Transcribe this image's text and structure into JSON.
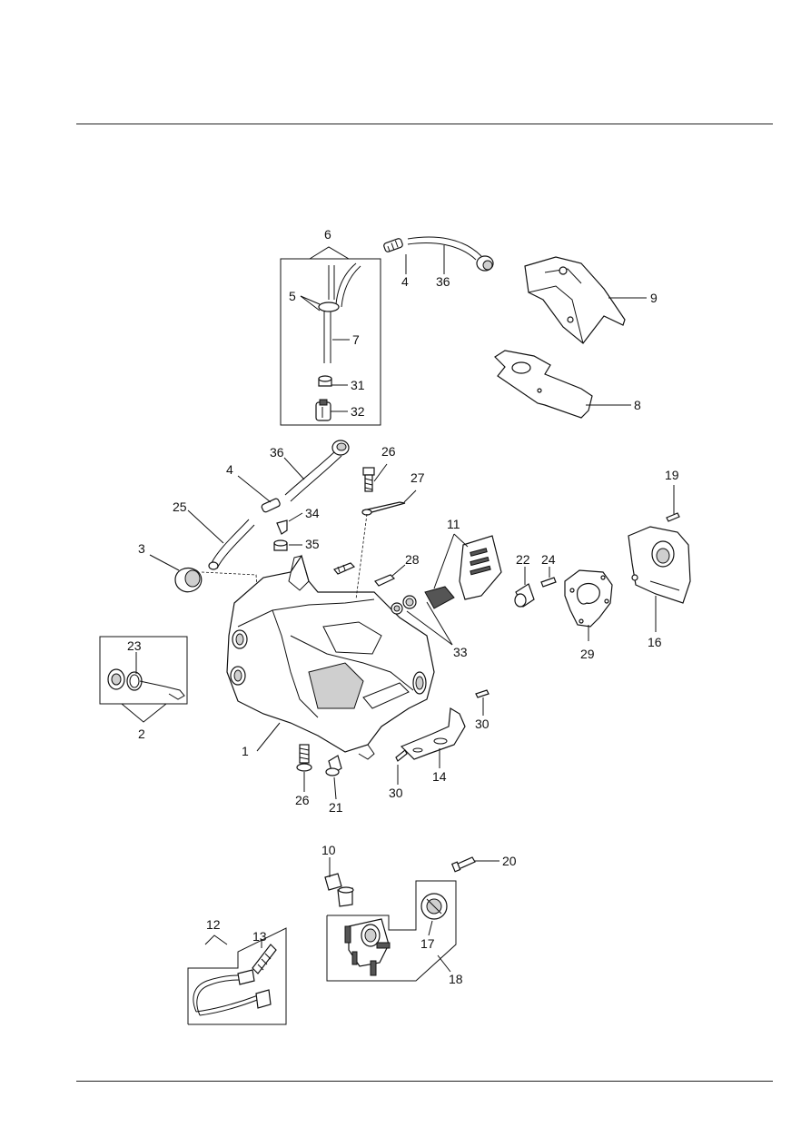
{
  "diagram": {
    "callouts": {
      "c1": "1",
      "c2": "2",
      "c3": "3",
      "c4a": "4",
      "c4b": "4",
      "c5": "5",
      "c6": "6",
      "c7": "7",
      "c8": "8",
      "c9": "9",
      "c10": "10",
      "c11": "11",
      "c12": "12",
      "c13": "13",
      "c14": "14",
      "c16": "16",
      "c17": "17",
      "c18": "18",
      "c19": "19",
      "c20": "20",
      "c21": "21",
      "c22": "22",
      "c23": "23",
      "c24": "24",
      "c25": "25",
      "c26a": "26",
      "c26b": "26",
      "c27": "27",
      "c28": "28",
      "c29": "29",
      "c30a": "30",
      "c30b": "30",
      "c31": "31",
      "c32": "32",
      "c33": "33",
      "c34": "34",
      "c35": "35",
      "c36a": "36",
      "c36b": "36"
    }
  }
}
